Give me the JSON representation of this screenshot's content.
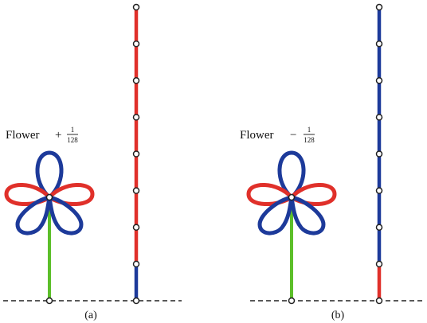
{
  "panels": [
    {
      "label": "(a)",
      "caption_word": "Flower",
      "caption_sign": "+",
      "caption_num": "1",
      "caption_den": "128",
      "stem_color": "#5cbf2a",
      "bead_count": 8,
      "pole_segments": [
        "red",
        "red",
        "red",
        "red",
        "red",
        "red",
        "red",
        "blue"
      ]
    },
    {
      "label": "(b)",
      "caption_word": "Flower",
      "caption_sign": "−",
      "caption_num": "1",
      "caption_den": "128",
      "stem_color": "#5cbf2a",
      "bead_count": 8,
      "pole_segments": [
        "blue",
        "blue",
        "blue",
        "blue",
        "blue",
        "blue",
        "blue",
        "red"
      ]
    }
  ],
  "colors": {
    "red": "#e0302a",
    "blue": "#1d3a9a",
    "green": "#5cbf2a",
    "ground": "#222222",
    "bead_fill": "#ffffff",
    "bead_stroke": "#222222"
  }
}
